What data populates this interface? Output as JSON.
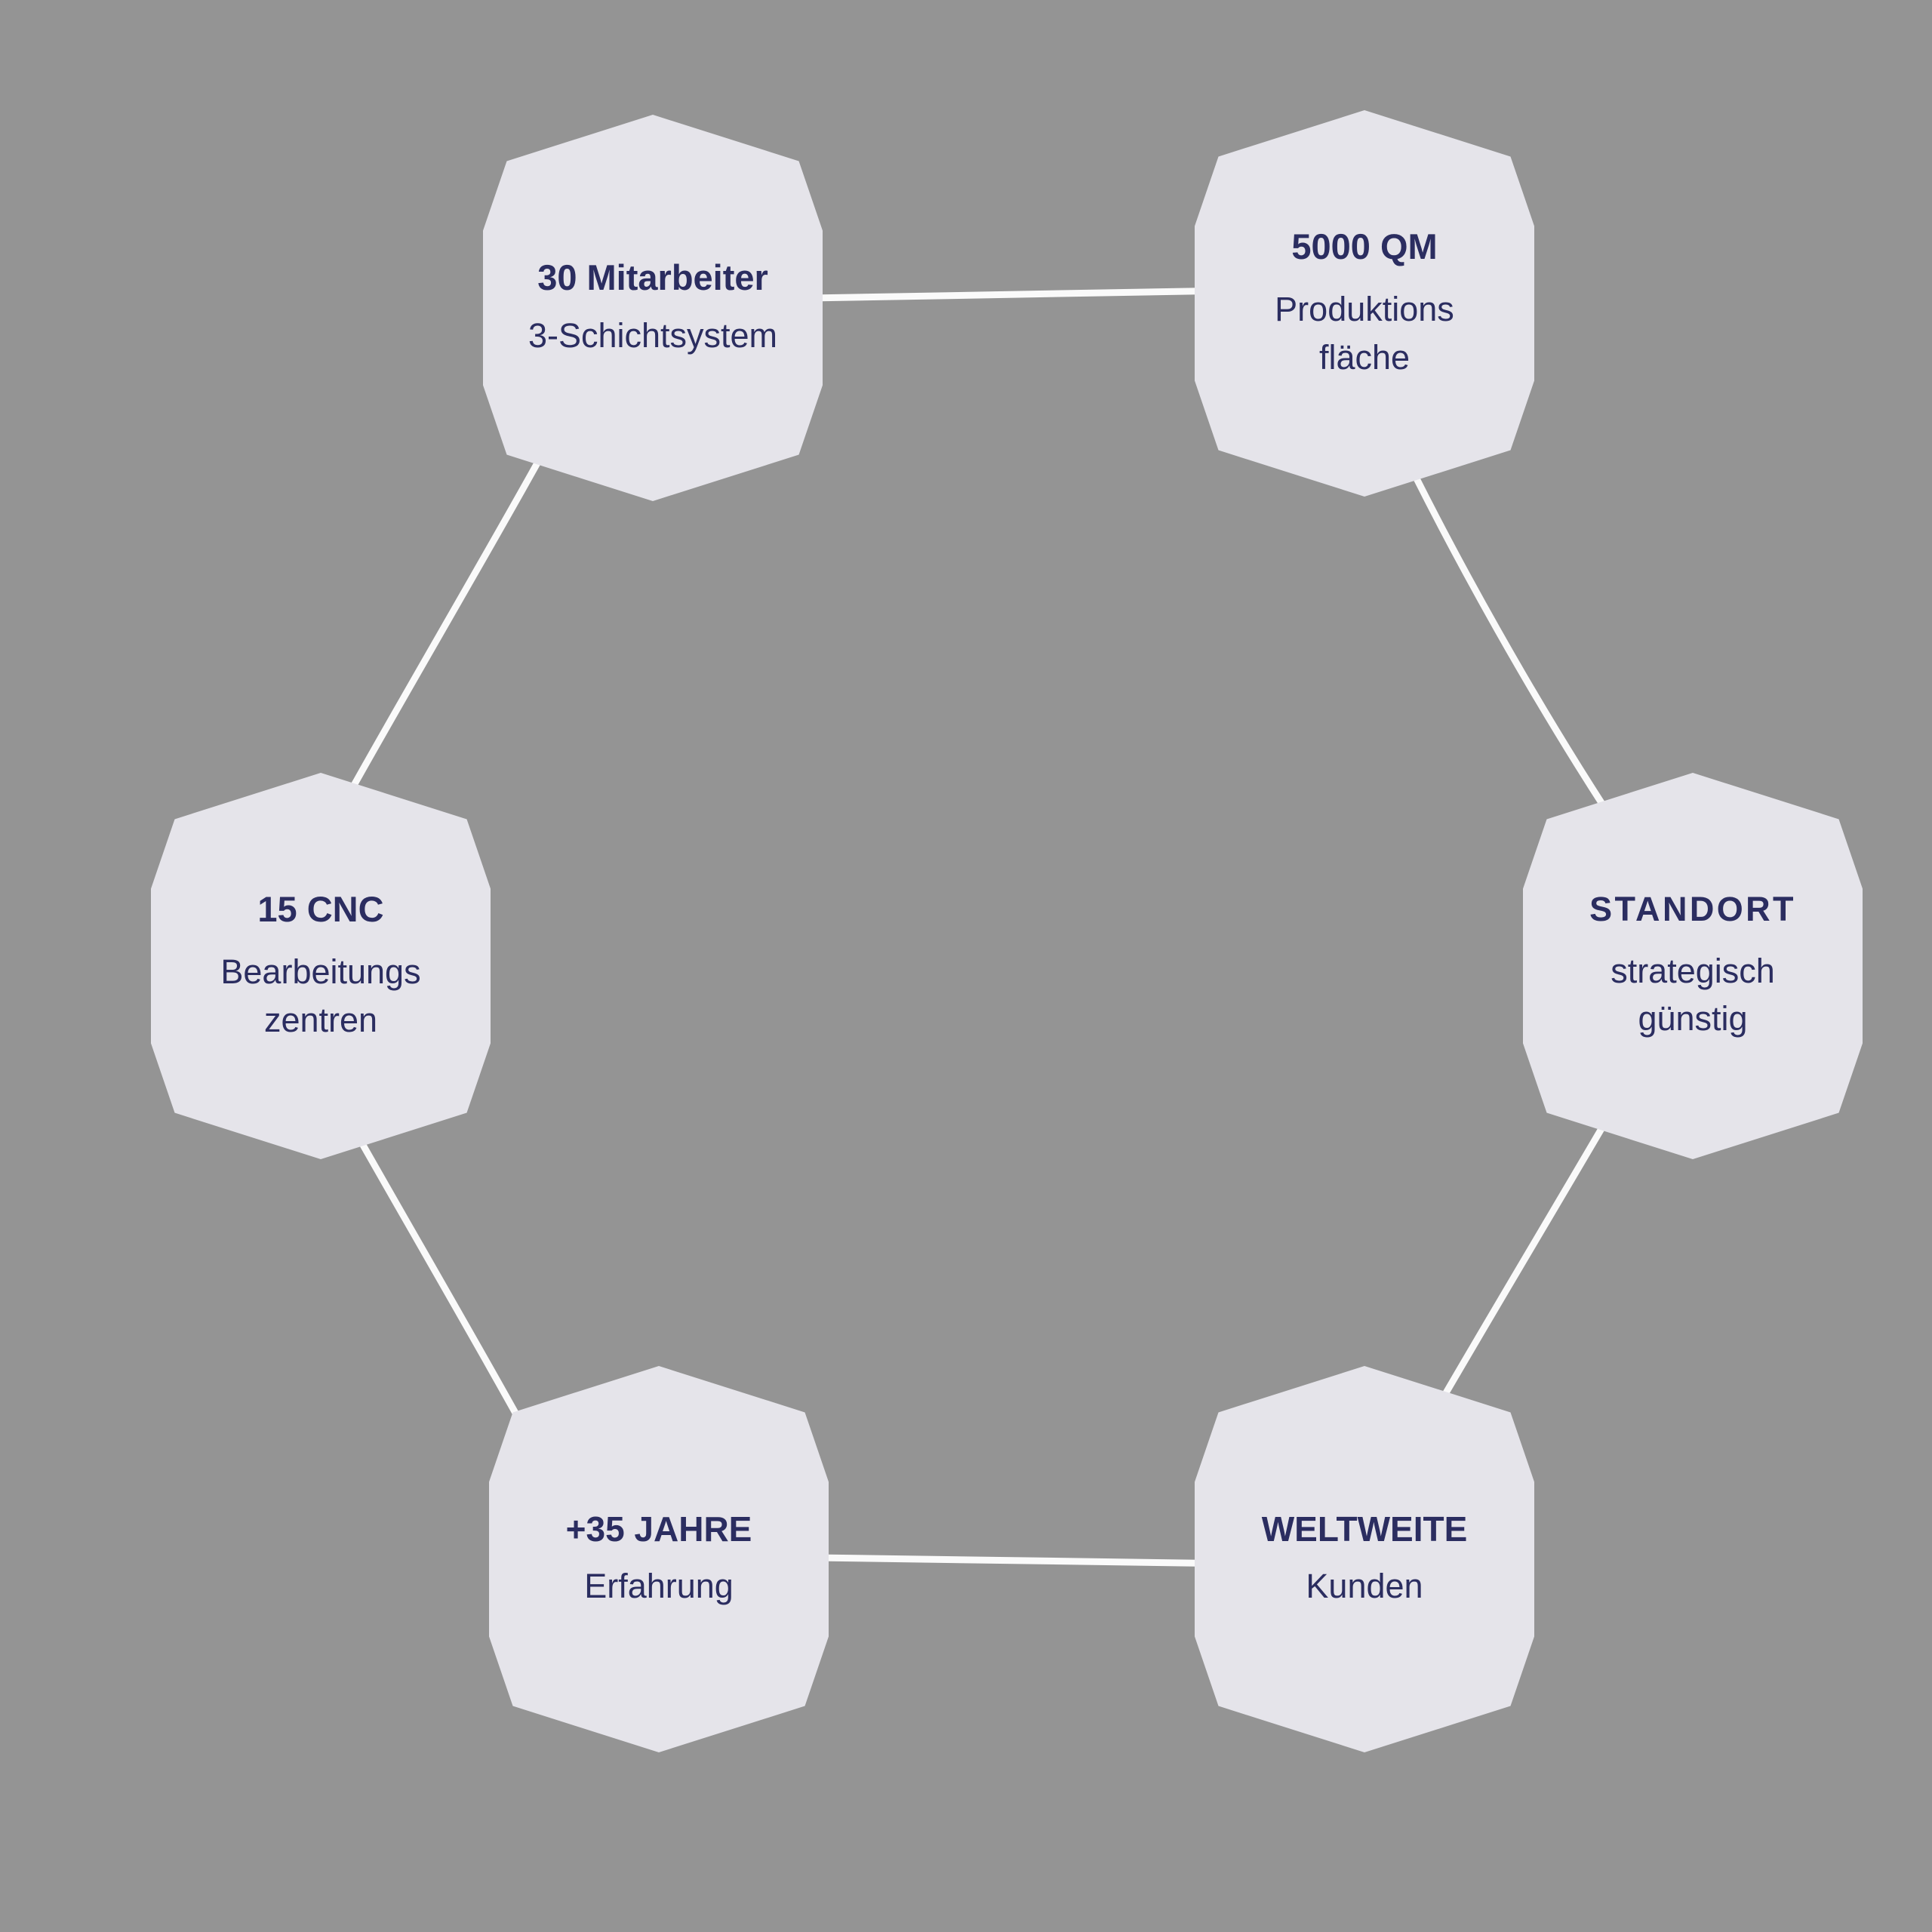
{
  "theme": {
    "background_color": "#949494",
    "hex_fill_color": "#e5e4ea",
    "text_color": "#2b2d60",
    "connector_color": "#ffffff"
  },
  "diagram": {
    "type": "hexagon-ring-infographic",
    "node_count": 6,
    "nodes": [
      {
        "id": "mitarbeiter",
        "position": "top-left",
        "title": "30 Mitarbeiter",
        "subtitle": "3-Schichtsystem",
        "subtitle_lines": [
          "3-Schichtsystem"
        ]
      },
      {
        "id": "produktion",
        "position": "top-right",
        "title": "5000 QM",
        "subtitle": "Produktions fläche",
        "subtitle_lines": [
          "Produktions",
          "fläche"
        ]
      },
      {
        "id": "standort",
        "position": "right",
        "title": "STANDORT",
        "subtitle": "strategisch günstig",
        "subtitle_lines": [
          "strategisch",
          "günstig"
        ]
      },
      {
        "id": "weltweite",
        "position": "bottom-right",
        "title": "WELTWEITE",
        "subtitle": "Kunden",
        "subtitle_lines": [
          "Kunden"
        ]
      },
      {
        "id": "jahre",
        "position": "bottom-left",
        "title": "+35 JAHRE",
        "subtitle": "Erfahrung",
        "subtitle_lines": [
          "Erfahrung"
        ]
      },
      {
        "id": "cnc",
        "position": "left",
        "title": "15 CNC",
        "subtitle": "Bearbeitungs zentren",
        "subtitle_lines": [
          "Bearbeitungs",
          "zentren"
        ]
      }
    ],
    "connections": [
      {
        "from": "mitarbeiter",
        "to": "produktion",
        "style": "horizontal"
      },
      {
        "from": "produktion",
        "to": "standort",
        "style": "diagonal"
      },
      {
        "from": "standort",
        "to": "weltweite",
        "style": "diagonal"
      },
      {
        "from": "weltweite",
        "to": "jahre",
        "style": "horizontal"
      },
      {
        "from": "jahre",
        "to": "cnc",
        "style": "diagonal"
      },
      {
        "from": "cnc",
        "to": "mitarbeiter",
        "style": "diagonal"
      }
    ]
  }
}
